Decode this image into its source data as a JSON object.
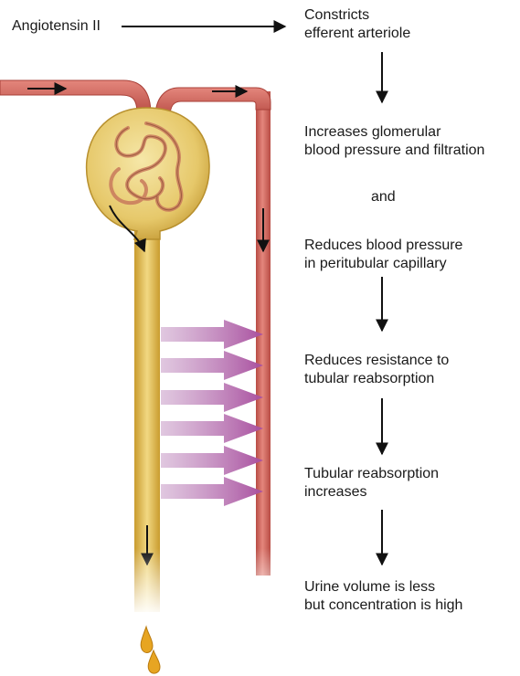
{
  "trigger": "Angiotensin II",
  "steps": [
    [
      "Constricts",
      "efferent arteriole"
    ],
    [
      "Increases glomerular",
      "blood pressure and filtration"
    ],
    [
      "and"
    ],
    [
      "Reduces blood pressure",
      "in peritubular capillary"
    ],
    [
      "Reduces resistance to",
      "tubular reabsorption"
    ],
    [
      "Tubular reabsorption",
      "increases"
    ],
    [
      "Urine volume is less",
      "but concentration is high"
    ]
  ],
  "colors": {
    "vessel": "#d9776e",
    "vessel_dark": "#b0463f",
    "tubule": "#e9c96a",
    "tubule_dark": "#c89a2c",
    "capsule": "#edd27a",
    "reabsorption_arrow": "#b05cab",
    "urine_drop": "#e7a522",
    "arrow": "#111111"
  }
}
